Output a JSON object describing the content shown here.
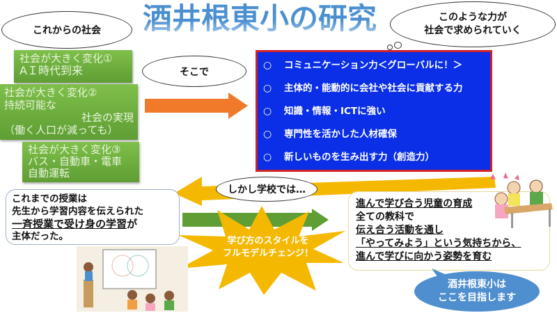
{
  "title": "酒井根東小の研究",
  "future_society": "これからの社会",
  "changes": [
    {
      "heading": "社会が大きく変化①",
      "lines": [
        "AＩ時代到来"
      ]
    },
    {
      "heading": "社会が大きく変化②",
      "lines": [
        "持続可能な",
        "社会の実現",
        "（働く人口が減っても）"
      ]
    },
    {
      "heading": "社会が大きく変化③",
      "lines": [
        "バス・自動車・電車",
        "自動運転"
      ]
    }
  ],
  "therefore": "そこで",
  "thought_cloud": [
    "このような力が",
    "社会で求められていく"
  ],
  "bullet": "○",
  "abilities": [
    "コミュニケーション力＜グローバルに！＞",
    "主体的・能動的に会社や社会に貢献する力",
    "知識・情報・ICTに強い",
    "専門性を活かした人材確保",
    "新しいものを生み出す力（創造力）"
  ],
  "however": "しかし学校では…",
  "past_lessons": {
    "l1": "これまでの授業は",
    "l2": "先生から学習内容を伝えられた",
    "l3a": "一斉授業で受け身の学習",
    "l3b": "が",
    "l4": "主体だった。"
  },
  "burst": [
    "学び方のスタイルを",
    "フルモデルチェンジ！"
  ],
  "goal_box": [
    "進んで学び合う児童の育成",
    "全ての教科で",
    "伝え合う活動を通し",
    "「やってみよう」という気持ちから、",
    "進んで学びに向かう姿勢を育む"
  ],
  "goal_bubble": [
    "酒井根東小は",
    "ここを目指します"
  ],
  "colors": {
    "blue_panel": "#0a2fe6",
    "panel_border": "#d0202a",
    "green": "#6aaa3c",
    "orange": "#f07a2a",
    "yellow": "#f5b800",
    "title": "#4a8fd0",
    "goal": "#4f8fcf"
  }
}
